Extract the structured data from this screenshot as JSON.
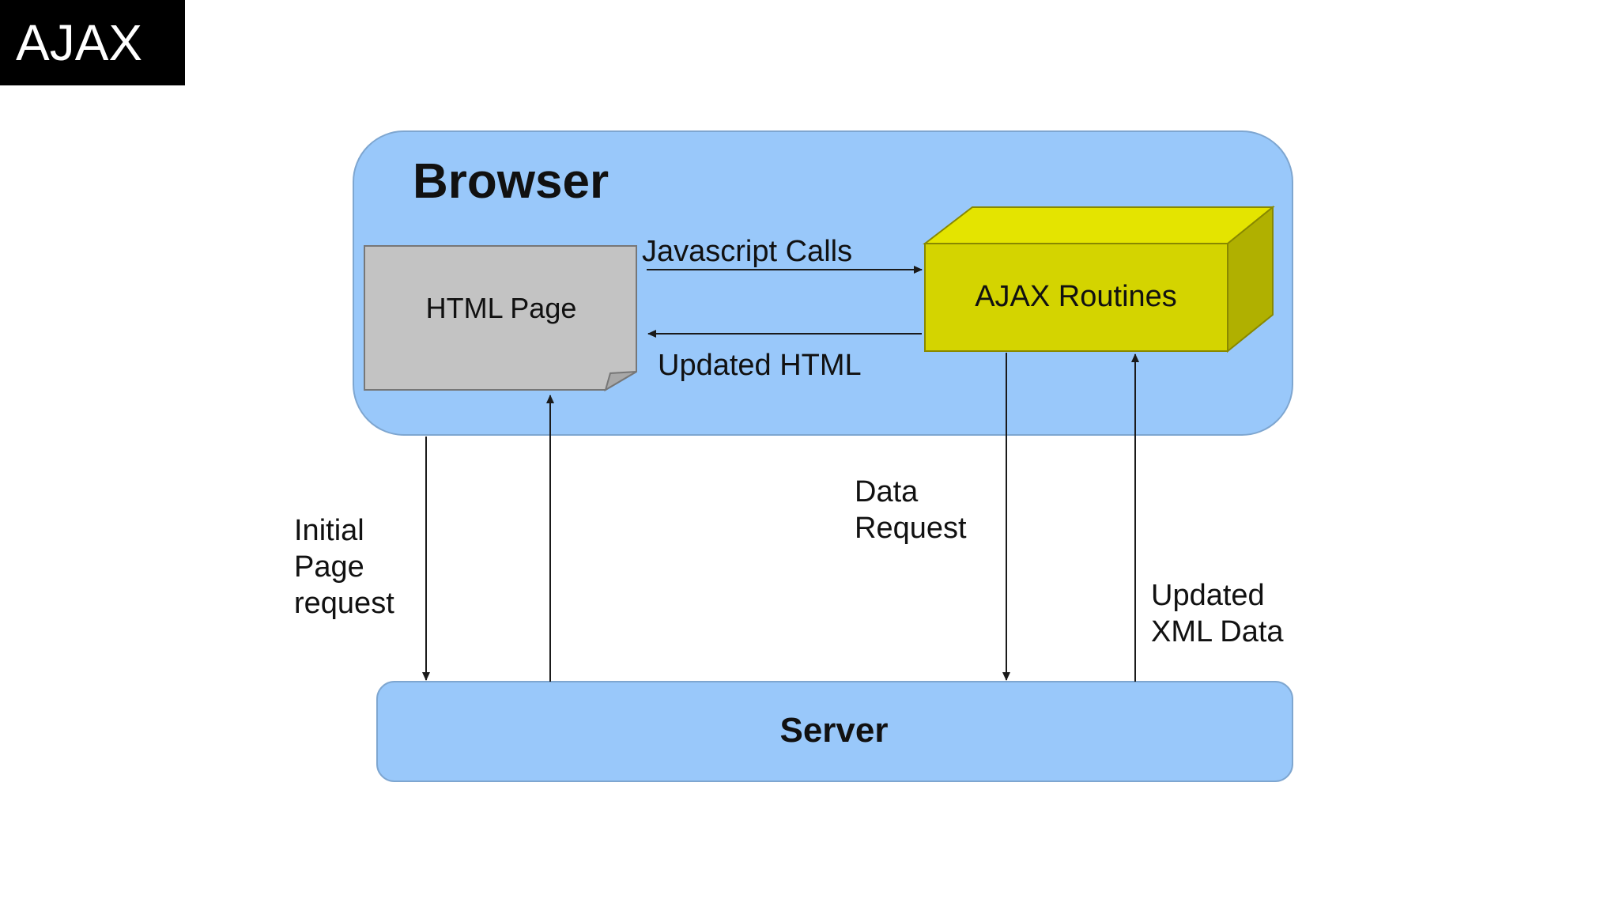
{
  "slide": {
    "title": "AJAX"
  },
  "diagram": {
    "browser_label": "Browser",
    "html_page_label": "HTML Page",
    "ajax_routines_label": "AJAX Routines",
    "server_label": "Server",
    "javascript_calls_label": "Javascript Calls",
    "updated_html_label": "Updated HTML",
    "initial_page_request_lines": [
      "Initial",
      "Page",
      "request"
    ],
    "data_request_lines": [
      "Data",
      "Request"
    ],
    "updated_xml_data_lines": [
      "Updated",
      "XML Data"
    ],
    "colors": {
      "browser_fill": "#99c8fa",
      "server_fill": "#99c8fa",
      "html_page_fill": "#c3c3c3",
      "ajax_front": "#d4d400",
      "ajax_top": "#e4e400",
      "ajax_side": "#b0b000"
    }
  }
}
